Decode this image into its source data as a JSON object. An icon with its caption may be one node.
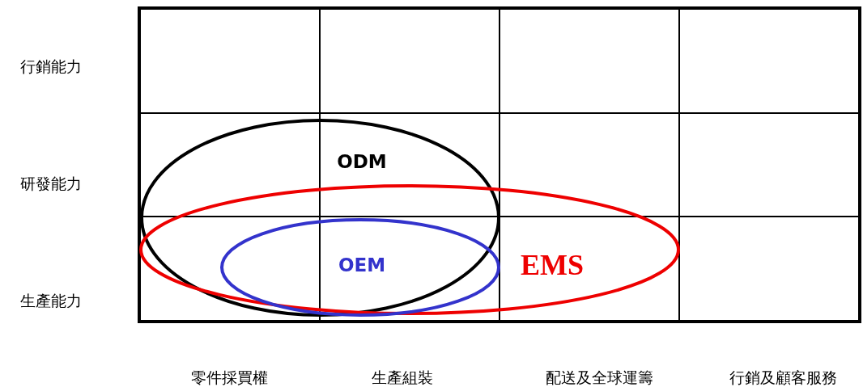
{
  "diagram": {
    "nodes": [
      {
        "text": [
          "ODM"
        ]
      },
      {
        "text": [
          "EMS"
        ]
      },
      {
        "text": [
          "OEM"
        ]
      }
    ],
    "labels": [
      "行銷能力",
      "研發能力",
      "生產能力",
      "零件採買權",
      "生產組裝",
      "配送及全球運籌",
      "行銷及顧客服務"
    ]
  }
}
